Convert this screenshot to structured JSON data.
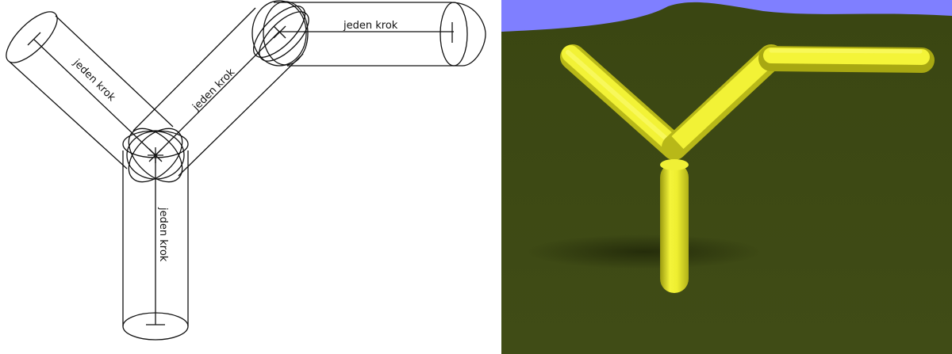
{
  "diagram": {
    "segment_labels": {
      "vertical": "jeden krok",
      "left_diagonal": "jeden krok",
      "right_diagonal": "jeden krok",
      "horizontal": "jeden krok"
    },
    "line_color": "#111111"
  },
  "render": {
    "sky_color": "#7f7fff",
    "ground_color": "#3e4a14",
    "tube_color": "#f2f230"
  }
}
